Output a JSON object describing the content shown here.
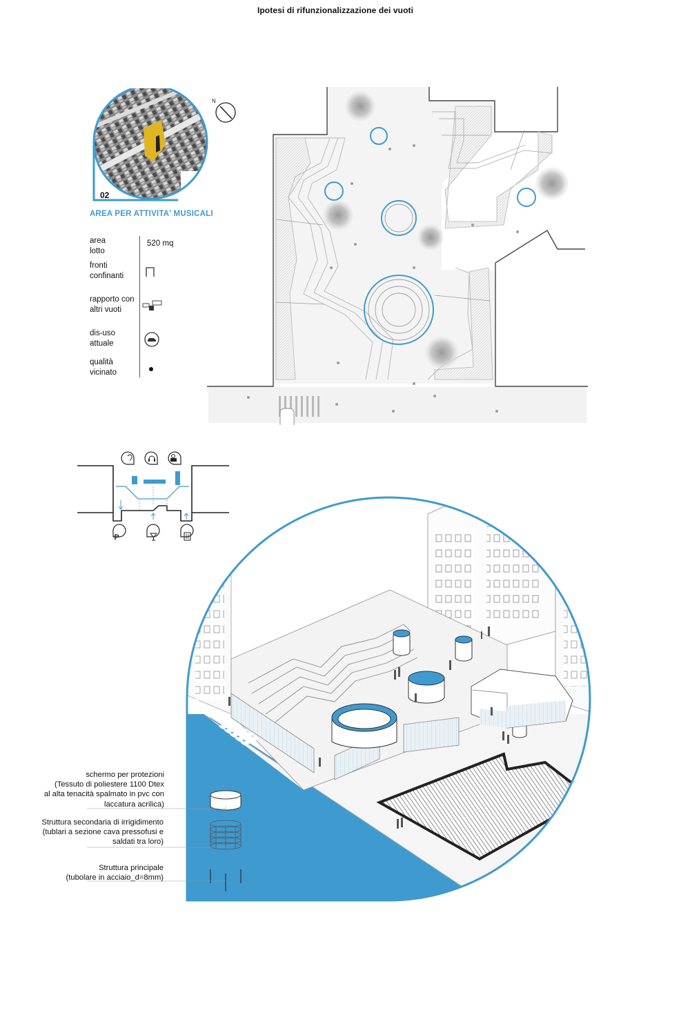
{
  "page": {
    "title": "Ipotesi di rifunzionalizzazione dei vuoti"
  },
  "site": {
    "number": "02",
    "area_title": "AREA PER ATTIVITA' MUSICALI",
    "north_label": "N"
  },
  "table": {
    "rows": [
      {
        "label_1": "area",
        "label_2": "lotto",
        "value": "520 mq",
        "icon": "none"
      },
      {
        "label_1": "fronti",
        "label_2": "confinanti",
        "value": "",
        "icon": "bracket-icon"
      },
      {
        "label_1": "rapporto con",
        "label_2": "altri vuoti",
        "value": "",
        "icon": "relation-squares-icon"
      },
      {
        "label_1": "dis-uso",
        "label_2": "attuale",
        "value": "",
        "icon": "car-icon"
      },
      {
        "label_1": "qualità",
        "label_2": "vicinato",
        "value": "",
        "icon": "dot-icon"
      }
    ]
  },
  "annotations": {
    "screen": {
      "line_1": "schermo per protezioni",
      "line_2": "(Tessuto di poliestere 1100 Dtex",
      "line_3": "al alta tenacità spalmato in pvc con",
      "line_4": "laccatura acrilica)"
    },
    "secondary": {
      "line_1": "Struttura secondaria di irrigidimento",
      "line_2": "(tublari a sezione cava pressofusi e",
      "line_3": "saldati tra loro)"
    },
    "primary": {
      "line_1": "Struttura principale",
      "line_2": "(tubolare in acciaio_d=8mm)"
    }
  },
  "section_icons": {
    "top": [
      "ear-icon",
      "headphones-icon",
      "camera-icon"
    ],
    "bottom": [
      "parking-icon",
      "cocktail-icon",
      "bin-icon"
    ]
  },
  "colors": {
    "accent": "#3f9ad0",
    "line": "#444444",
    "light_line": "#bfbfbf",
    "ground": "#f1f1f1"
  }
}
